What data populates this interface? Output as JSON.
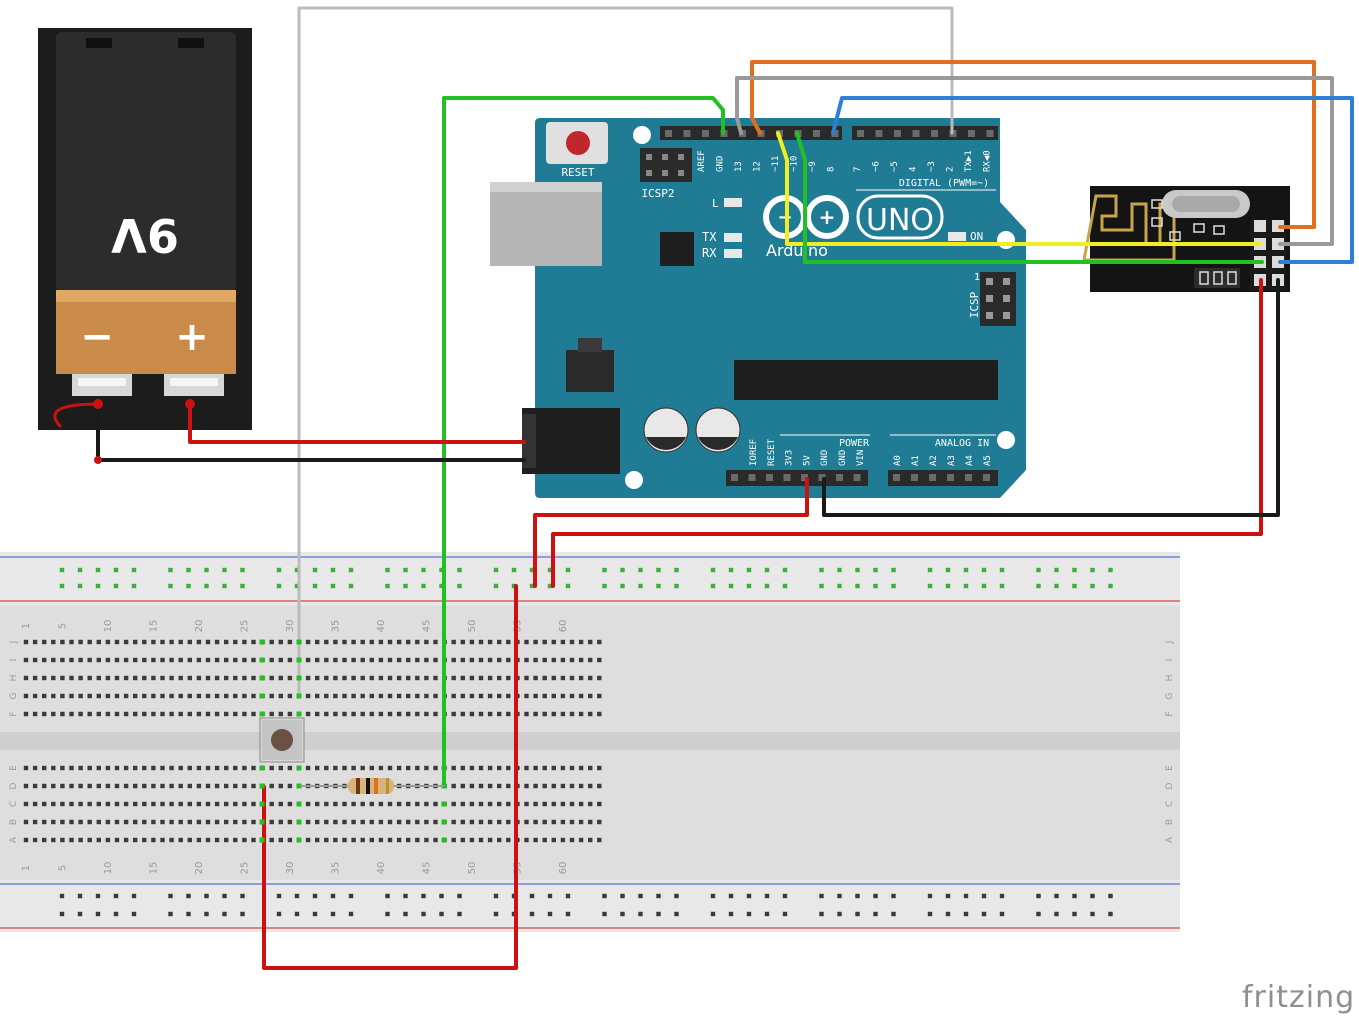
{
  "battery": {
    "voltage_label": "9V",
    "minus": "−",
    "plus": "+"
  },
  "arduino": {
    "reset": "RESET",
    "icsp2": "ICSP2",
    "icsp": "ICSP",
    "icsp_pin1": "1",
    "digital": "DIGITAL (PWM=~)",
    "uno": "UNO",
    "brand": "Arduino",
    "on": "ON",
    "l": "L",
    "tx": "TX",
    "rx": "RX",
    "power": "POWER",
    "analog": "ANALOG IN",
    "digital_pins": [
      "AREF",
      "GND",
      "13",
      "12",
      "~11",
      "~10",
      "~9",
      "8",
      "7",
      "~6",
      "~5",
      "4",
      "~3",
      "2",
      "TX▶1",
      "RX◀0"
    ],
    "power_pins": [
      "IOREF",
      "RESET",
      "3V3",
      "5V",
      "GND",
      "GND",
      "VIN"
    ],
    "analog_pins": [
      "A0",
      "A1",
      "A2",
      "A3",
      "A4",
      "A5"
    ]
  },
  "breadboard": {
    "col_numbers": [
      "1",
      "5",
      "10",
      "15",
      "20",
      "25",
      "30",
      "35",
      "40",
      "45",
      "50",
      "55",
      "60"
    ],
    "row_letters_top": [
      "J",
      "I",
      "H",
      "G",
      "F"
    ],
    "row_letters_bottom": [
      "E",
      "D",
      "C",
      "B",
      "A"
    ]
  },
  "wire_colors": {
    "red": "#cc1111",
    "black": "#1a1a1a",
    "green": "#22c022",
    "yellow": "#eeee22",
    "orange": "#e07020",
    "gray": "#9a9a9a",
    "blue": "#2e7fd8",
    "white": "#d0d0d0"
  },
  "footer": {
    "brand": "fritzing"
  }
}
